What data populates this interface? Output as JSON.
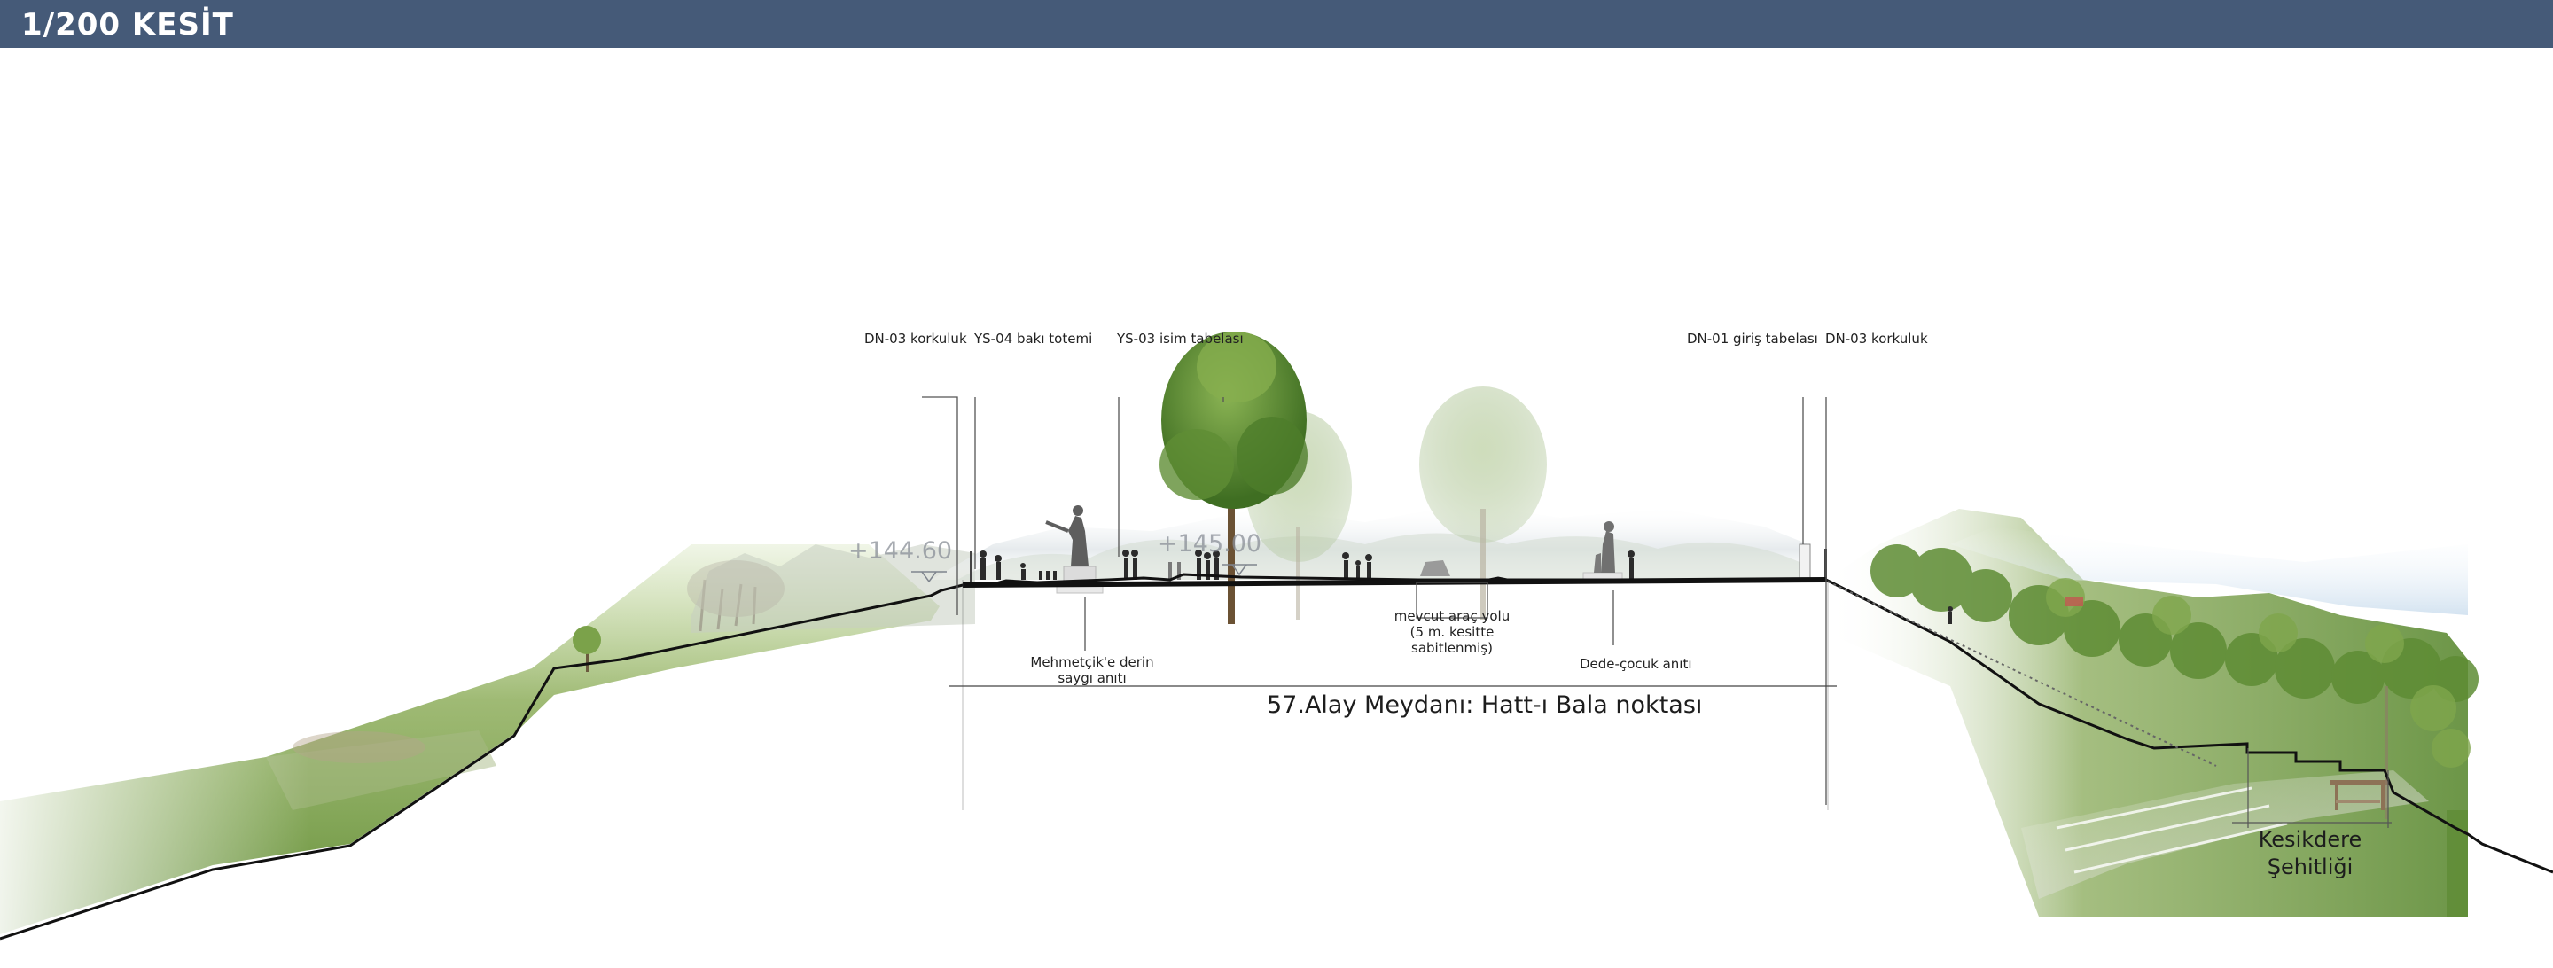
{
  "header": {
    "title": "1/200 KESİT",
    "bar_color": "#455a78"
  },
  "annotations": {
    "dn03_left": "DN-03 korkuluk",
    "ys04": "YS-04 bakı totemi",
    "ys03": "YS-03 isim tabelası",
    "dn01": "DN-01 giriş tabelası",
    "dn03_right": "DN-03 korkuluk"
  },
  "elevations": {
    "left": "+144.60",
    "center": "+145.00"
  },
  "features": {
    "mehmetcik": [
      "Mehmetçik'e derin",
      "saygı anıtı"
    ],
    "road": [
      "mevcut araç yolu",
      "(5 m. kesitte",
      "sabitlenmiş)"
    ],
    "dede": "Dede-çocuk anıtı"
  },
  "main_label": "57.Alay Meydanı: Hatt-ı Bala noktası",
  "cemetery": [
    "Kesikdere",
    "Şehitliği"
  ],
  "colors": {
    "ground_line": "#111111",
    "grass": "#6f9a3a",
    "foliage": "#4f7f2a",
    "sky_haze": "#e9eef3"
  }
}
